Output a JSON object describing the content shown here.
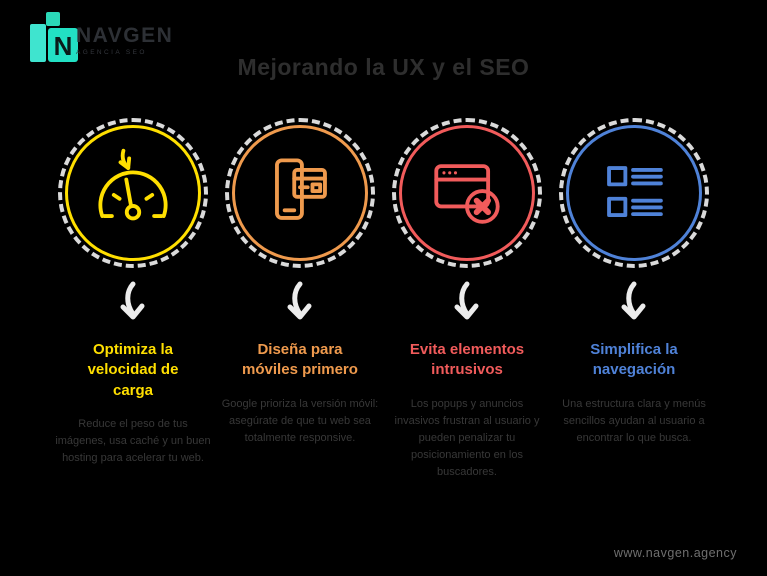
{
  "page": {
    "background": "#000000"
  },
  "logo": {
    "brand": "NAVGEN",
    "tagline": "AGENCIA SEO",
    "mark_colors": {
      "teal_light": "#3fe4cf",
      "teal_mid": "#2bd9b8",
      "teal_dark": "#22c9e0"
    }
  },
  "title": "Mejorando la UX y el SEO",
  "watermark": "www.navgen.agency",
  "columns": [
    {
      "accent": "#ffdf00",
      "icon": "speedometer-bolt-icon",
      "heading": "Optimiza la velocidad de carga",
      "body": "Reduce el peso de tus imágenes, usa caché y un buen hosting para acelerar tu web."
    },
    {
      "accent": "#ef9a4d",
      "icon": "mobile-first-icon",
      "heading": "Diseña para móviles primero",
      "body": "Google prioriza la versión móvil: asegúrate de que tu web sea totalmente responsive."
    },
    {
      "accent": "#f15b5b",
      "icon": "popup-close-icon",
      "heading": "Evita elementos intrusivos",
      "body": "Los popups y anuncios invasivos frustran al usuario y pueden penalizar tu posicionamiento en los buscadores."
    },
    {
      "accent": "#4f82d8",
      "icon": "list-menu-icon",
      "heading": "Simplifica la navegación",
      "body": "Una estructura clara y menús sencillos ayudan al usuario a encontrar lo que busca."
    }
  ],
  "arrow_color": "#ececec"
}
